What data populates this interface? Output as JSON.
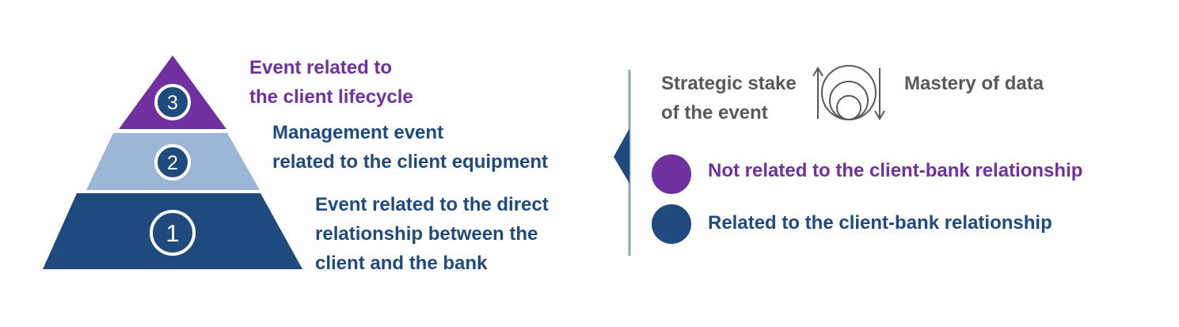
{
  "colors": {
    "purple": "#7030a0",
    "navy": "#1e4a7e",
    "light_blue": "#9ab5d6",
    "dark_blue": "#1e4a7e",
    "grey_text": "#595959",
    "divider": "#8ea3bd"
  },
  "pyramid": {
    "levels": [
      {
        "number": "1",
        "color": "#1e4a7e",
        "label_lines": [
          "Event related to the direct",
          "relationship between the",
          "client and the bank"
        ]
      },
      {
        "number": "2",
        "color": "#9ab5d6",
        "label_lines": [
          "Management event",
          "related to the client equipment"
        ]
      },
      {
        "number": "3",
        "color": "#7030a0",
        "label_lines": [
          "Event related to",
          "the client lifecycle"
        ]
      }
    ]
  },
  "axis": {
    "stake_lines": [
      "Strategic stake",
      "of the event"
    ],
    "mastery": "Mastery of data",
    "icon": "concentric-circles-icon"
  },
  "legend": [
    {
      "label": "Not related to the client-bank relationship",
      "color": "#7030a0"
    },
    {
      "label": "Related to the client-bank relationship",
      "color": "#1e4a7e"
    }
  ]
}
